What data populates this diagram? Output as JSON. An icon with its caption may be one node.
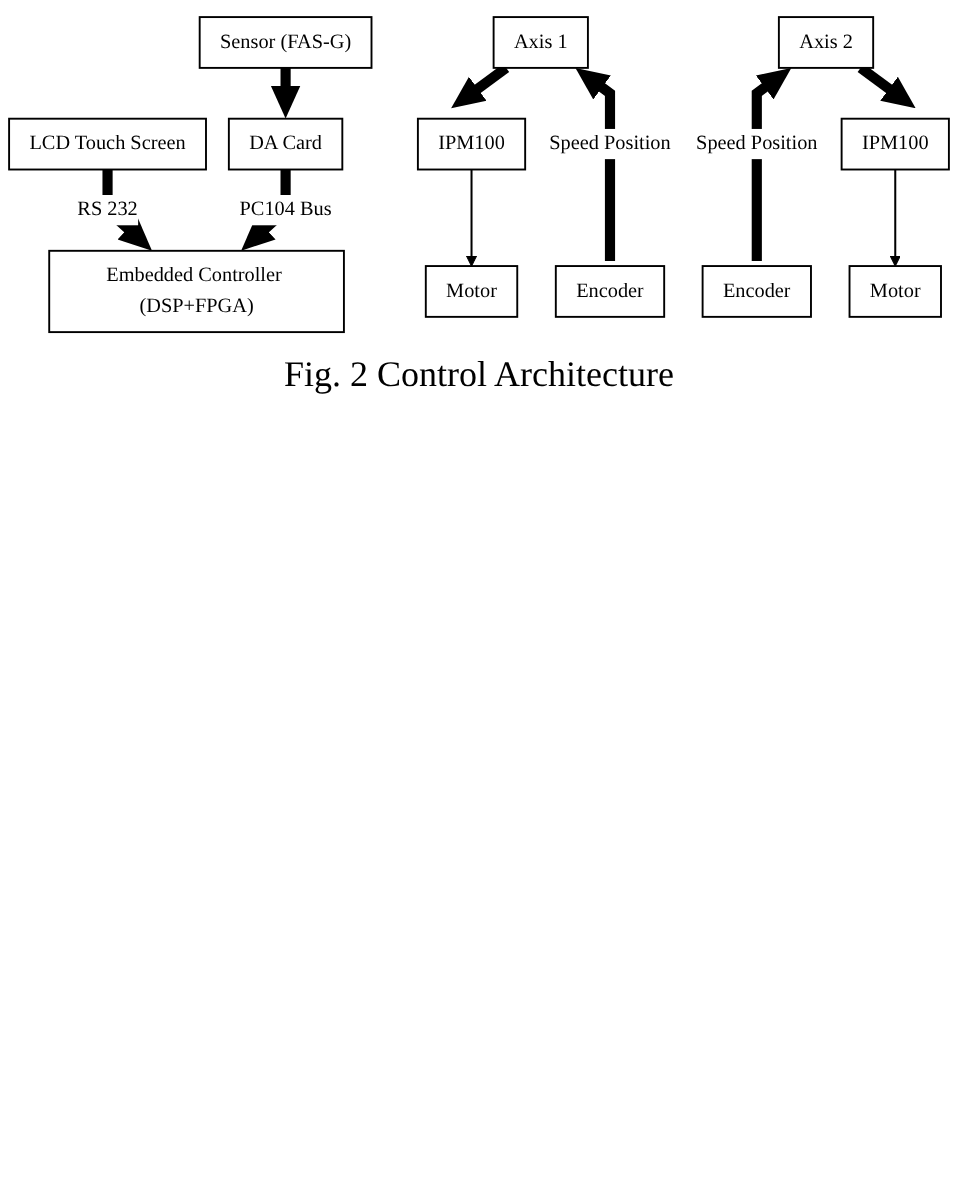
{
  "diagram": {
    "caption": "Fig. 2 Control Architecture",
    "nodes": [
      {
        "text": [
          "LCD Touch Screen"
        ]
      },
      {
        "text": [
          "Sensor (FAS-G)"
        ]
      },
      {
        "text": [
          "DA Card"
        ]
      },
      {
        "text": [
          "Embedded Controller (DSP+FPGA)"
        ]
      },
      {
        "text": [
          "Axis 1"
        ]
      },
      {
        "text": [
          "Axis 2"
        ]
      },
      {
        "text": [
          "IPM100"
        ]
      },
      {
        "text": [
          "IPM100"
        ]
      },
      {
        "text": [
          "Motor"
        ]
      },
      {
        "text": [
          "Encoder"
        ]
      },
      {
        "text": [
          "Encoder"
        ]
      },
      {
        "text": [
          "Motor"
        ]
      }
    ],
    "edges": [
      {
        "from": 0,
        "to": 3,
        "arrow": "to",
        "label": "RS 232"
      },
      {
        "from": 1,
        "to": 2,
        "arrow": "to"
      },
      {
        "from": 2,
        "to": 3,
        "arrow": "to",
        "label": "PC104 Bus"
      },
      {
        "from": 4,
        "to": 6,
        "arrow": "to"
      },
      {
        "from": 6,
        "to": 8,
        "arrow": "to"
      },
      {
        "from": 9,
        "to": 4,
        "arrow": "to",
        "label": "Speed Position"
      },
      {
        "from": 10,
        "to": 5,
        "arrow": "to",
        "label": "Speed Position"
      },
      {
        "from": 5,
        "to": 7,
        "arrow": "to"
      },
      {
        "from": 7,
        "to": 11,
        "arrow": "to"
      }
    ]
  }
}
